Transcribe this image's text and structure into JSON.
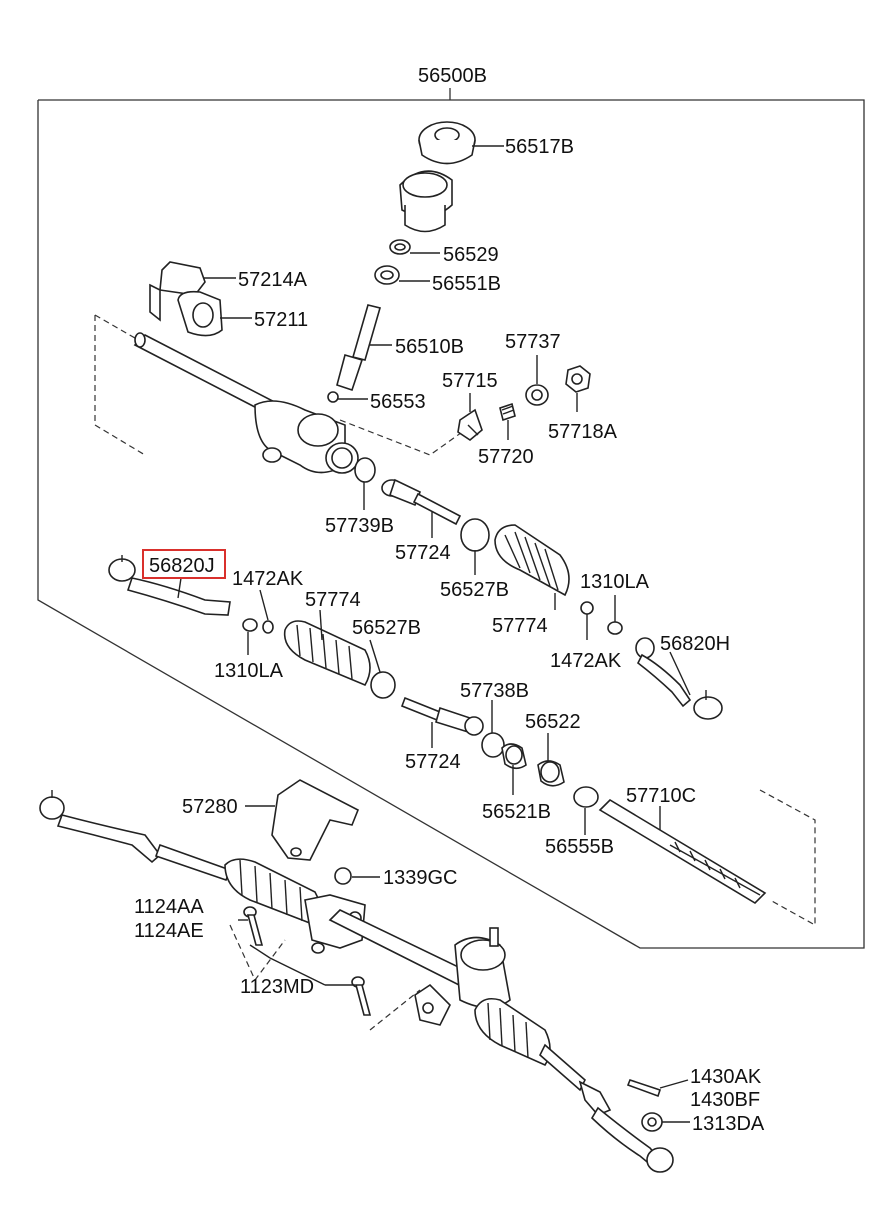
{
  "diagram": {
    "labels": {
      "p56500B": "56500B",
      "p56517B": "56517B",
      "p56529": "56529",
      "p56551B": "56551B",
      "p57214A": "57214A",
      "p57211": "57211",
      "p56510B": "56510B",
      "p57737": "57737",
      "p56553": "56553",
      "p57715": "57715",
      "p57718A": "57718A",
      "p57720": "57720",
      "p57739B": "57739B",
      "p57724a": "57724",
      "p56820J": "56820J",
      "p1472AKa": "1472AK",
      "p57774a": "57774",
      "p56527Ba": "56527B",
      "p1310LAa": "1310LA",
      "p56527Bb": "56527B",
      "p57774b": "57774",
      "p1310LAb": "1310LA",
      "p1472AKb": "1472AK",
      "p56820H": "56820H",
      "p57738B": "57738B",
      "p56522": "56522",
      "p57724b": "57724",
      "p56521B": "56521B",
      "p57710C": "57710C",
      "p56555B": "56555B",
      "p57280": "57280",
      "p1339GC": "1339GC",
      "p1124AA": "1124AA",
      "p1124AE": "1124AE",
      "p1123MD": "1123MD",
      "p1430AK": "1430AK",
      "p1430BF": "1430BF",
      "p1313DA": "1313DA"
    },
    "highlight_color": "#d9302c"
  }
}
